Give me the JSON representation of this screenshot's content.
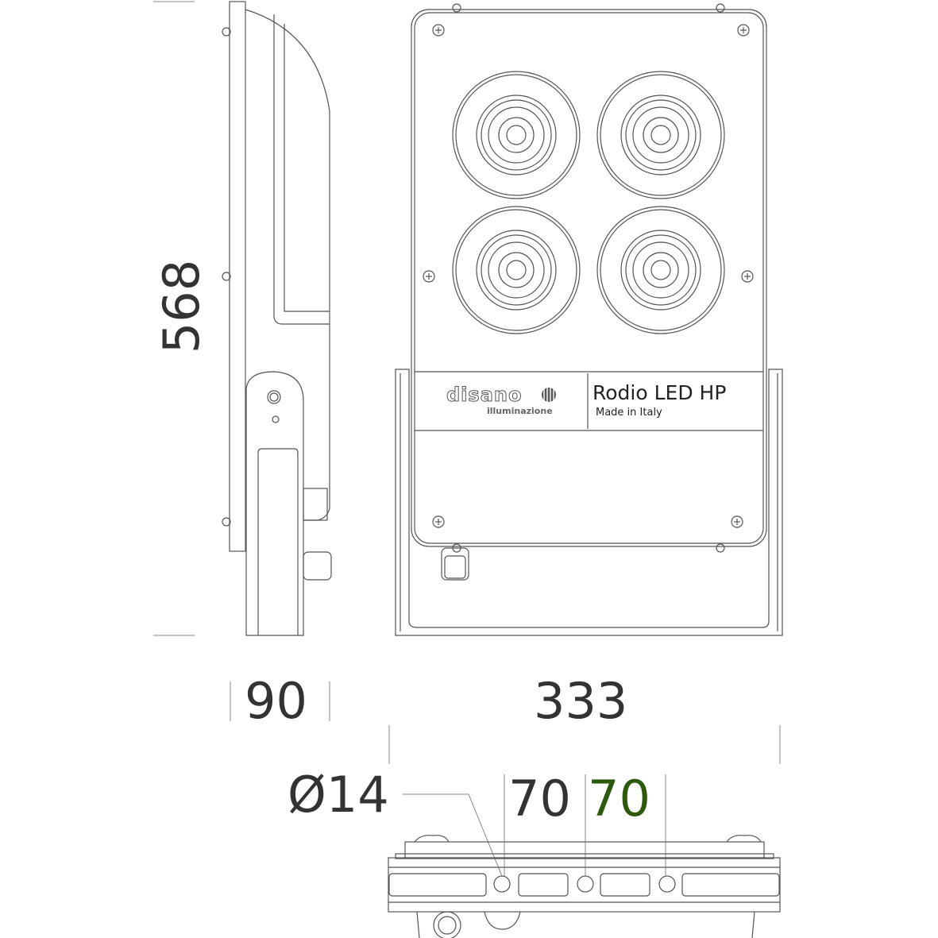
{
  "dimensions": {
    "height": "568",
    "depth": "90",
    "width": "333",
    "hole_diameter": "Ø14",
    "spacing_1": "70",
    "spacing_2": "70"
  },
  "label_plate": {
    "brand": "disano",
    "brand_sub": "illuminazione",
    "product": "Rodio LED HP",
    "origin": "Made in Italy"
  },
  "colors": {
    "line": "#555555",
    "text": "#333333",
    "highlight": "#2d5a0a"
  }
}
